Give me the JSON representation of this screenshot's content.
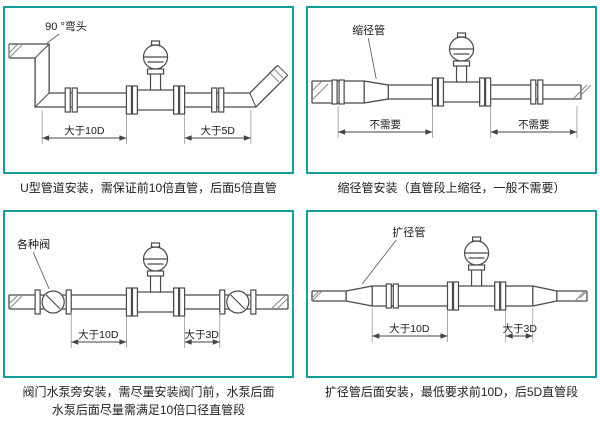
{
  "theme": {
    "accent": "#16a09a"
  },
  "panels": [
    {
      "labels": {
        "part": "90 °弯头",
        "dim_left": "大于10D",
        "dim_right": "大于5D"
      },
      "caption": "U型管道安装，需保证前10倍直管，后面5倍直管"
    },
    {
      "labels": {
        "part": "缩径管",
        "dim_left": "不需要",
        "dim_right": "不需要"
      },
      "caption": "缩径管安装（直管段上缩径，一般不需要）"
    },
    {
      "labels": {
        "part": "各种阀",
        "dim_left": "大于10D",
        "dim_right": "大于3D"
      },
      "caption": "阀门水泵旁安装，需尽量安装阀门前，水泵后面\n水泵后面尽量需满足10倍口径直管段"
    },
    {
      "labels": {
        "part": "扩径管",
        "dim_left": "大于10D",
        "dim_right": "大于3D"
      },
      "caption": "扩径管后面安装，最低要求前10D，后5D直管段"
    }
  ]
}
